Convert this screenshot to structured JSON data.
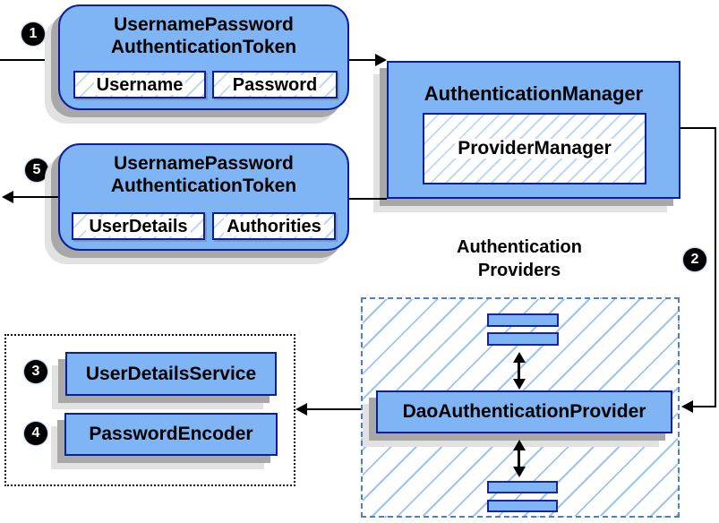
{
  "colors": {
    "box_fill": "#7fb5f4",
    "box_border": "#0b1f9e",
    "hatch_line_small": "#bed9f6",
    "hatch_line_large": "#9cc4ef",
    "dashed_border": "#4c7fc4",
    "shadow_dark": "#a8a8a8",
    "shadow_light": "#e2e2e2",
    "arrow": "#000000",
    "badge_bg": "#000000",
    "badge_text": "#ffffff"
  },
  "badges": [
    "1",
    "2",
    "3",
    "4",
    "5"
  ],
  "request_token": {
    "title_line1": "UsernamePassword",
    "title_line2": "AuthenticationToken",
    "fields": [
      "Username",
      "Password"
    ]
  },
  "authentication_manager": {
    "title": "AuthenticationManager",
    "inner_box": "ProviderManager"
  },
  "response_token": {
    "title_line1": "UsernamePassword",
    "title_line2": "AuthenticationToken",
    "fields": [
      "UserDetails",
      "Authorities"
    ]
  },
  "authentication_providers": {
    "heading_line1": "Authentication",
    "heading_line2": "Providers",
    "provider_label": "DaoAuthenticationProvider"
  },
  "dependencies": {
    "items": [
      "UserDetailsService",
      "PasswordEncoder"
    ]
  }
}
